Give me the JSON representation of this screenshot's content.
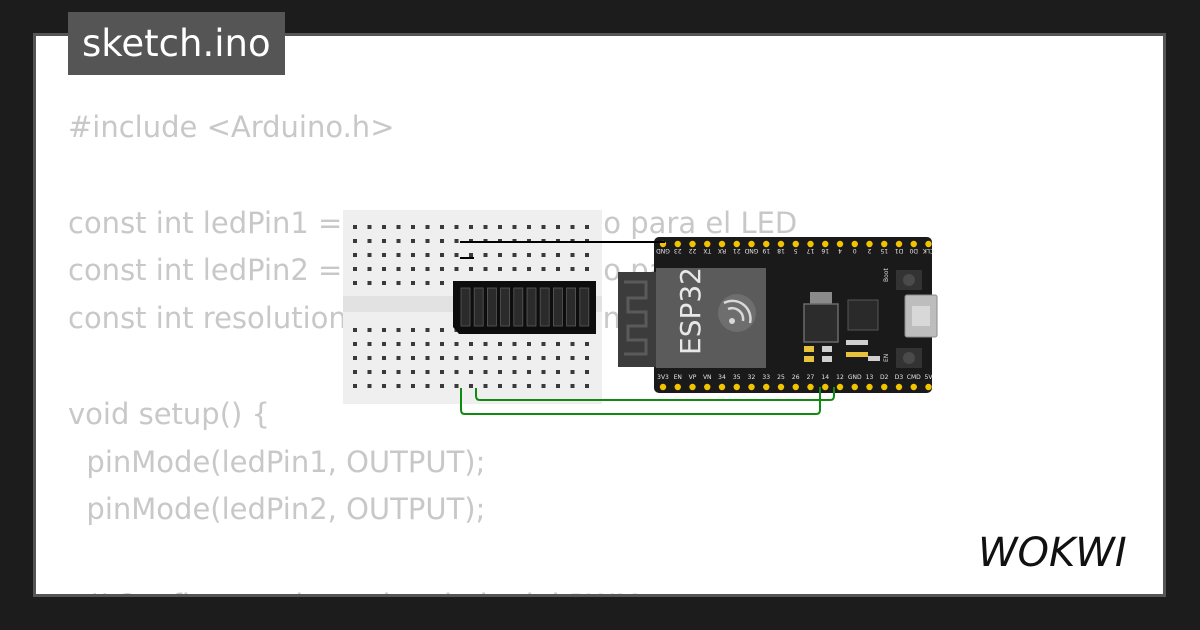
{
  "tab": {
    "filename": "sketch.ino"
  },
  "code": {
    "lines": [
      "#include <Arduino.h>",
      "",
      "const int ledPin1 = 12;  // Pin utilizado para el LED",
      "const int ledPin2 = 14;  // Pin utilizado para el LED",
      "const int resolution = 8;  // Resolución del PWM (8 bits)",
      "",
      "void setup() {",
      "  pinMode(ledPin1, OUTPUT);",
      "  pinMode(ledPin2, OUTPUT);",
      "",
      "  // Configurar el canal y el pin del PWM"
    ]
  },
  "board": {
    "chip_label": "ESP32",
    "top_pins": [
      "GND",
      "23",
      "22",
      "TX",
      "RX",
      "21",
      "GND",
      "19",
      "18",
      "5",
      "17",
      "16",
      "4",
      "0",
      "2",
      "15",
      "D1",
      "D0",
      "CLK"
    ],
    "bottom_pins": [
      "3V3",
      "EN",
      "VP",
      "VN",
      "34",
      "35",
      "32",
      "33",
      "25",
      "26",
      "27",
      "14",
      "12",
      "GND",
      "13",
      "D2",
      "D3",
      "CMD",
      "5V"
    ],
    "button_boot": "Boot",
    "button_en": "EN"
  },
  "logo": {
    "text": "WOKWI"
  },
  "colors": {
    "background": "#1c1c1c",
    "card": "#ffffff",
    "tab": "#555555",
    "code_text": "#c8c8c8",
    "breadboard": "#f0f0f0",
    "board": "#1a1a1a",
    "pin": "#f2c400",
    "wire_green": "#128a12",
    "wire_black": "#000000"
  }
}
